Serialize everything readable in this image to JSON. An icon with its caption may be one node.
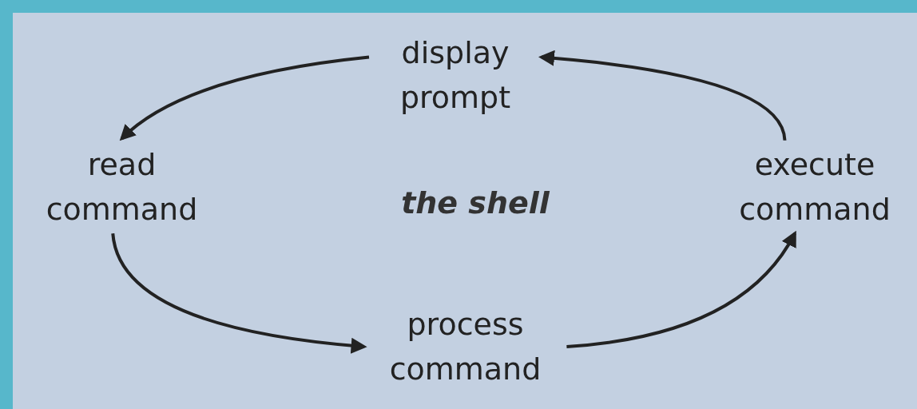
{
  "diagram": {
    "nodes": [
      {
        "text": [
          "display prompt"
        ]
      },
      {
        "text": [
          "read command"
        ]
      },
      {
        "text": [
          "execute command"
        ]
      },
      {
        "text": [
          "process command"
        ]
      }
    ],
    "edges": [
      {
        "from": 0,
        "to": 1,
        "arrow": "to"
      },
      {
        "from": 1,
        "to": 3,
        "arrow": "to"
      },
      {
        "from": 3,
        "to": 2,
        "arrow": "to"
      },
      {
        "from": 2,
        "to": 0,
        "arrow": "to"
      }
    ],
    "labels": [
      "the shell"
    ]
  }
}
